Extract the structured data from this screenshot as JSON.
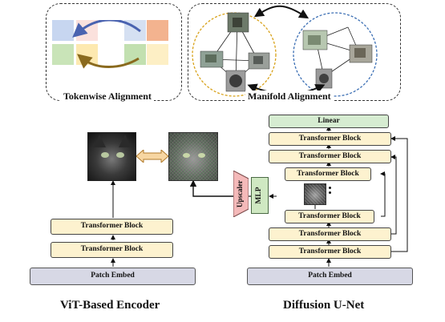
{
  "top": {
    "tokenwise_caption": "Tokenwise Alignment",
    "manifold_caption": "Manifold Alignment",
    "colors": {
      "blue": "#c7d6f0",
      "pink": "#f8dcdc",
      "orange": "#f3b38f",
      "green": "#c9e4b8",
      "yellow": "#fde9b0",
      "arrow_blue": "#4a63b0",
      "arrow_brown": "#8a6a1e",
      "circle_gold": "#d8a21a",
      "circle_blue": "#3c6fb4"
    }
  },
  "encoder": {
    "title": "ViT-Based Encoder",
    "blocks": [
      "Transformer Block",
      "Transformer Block"
    ],
    "embed": "Patch Embed"
  },
  "unet": {
    "title": "Diffusion U-Net",
    "linear": "Linear",
    "blocks": [
      "Transformer Block",
      "Transformer Block",
      "Transformer Block",
      "Transformer Block",
      "Transformer Block",
      "Transformer Block"
    ],
    "embed": "Patch Embed"
  },
  "projector": {
    "upscaler": "Upscaler",
    "mlp": "MLP",
    "upscaler_color": "#f4b9b9",
    "mlp_color": "#cfe8c2"
  },
  "icons": [
    "cat-image-icon",
    "noisy-cat-image-icon",
    "small-noisy-cat-icon",
    "double-arrow-icon"
  ]
}
